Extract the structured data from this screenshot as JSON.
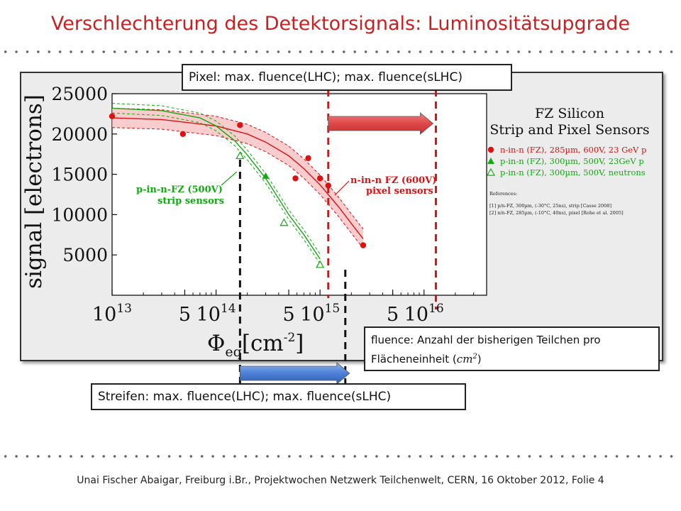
{
  "slide": {
    "title": "Verschlechterung des Detektorsignals: Luminositätsupgrade",
    "footer": "Unai Fischer Abaigar, Freiburg i.Br., Projektwochen Netzwerk Teilchenwelt, CERN, 16 Oktober 2012, Folie 4"
  },
  "callouts": {
    "pixel": "Pixel: max. fluence(LHC); max. fluence(sLHC)",
    "strip": "Streifen: max. fluence(LHC); max. fluence(sLHC)",
    "definition_text": "fluence: Anzahl der bisherigen Teilchen pro Flächeneinheit (",
    "definition_unit": "cm",
    "definition_exp": "2",
    "definition_close": ")"
  },
  "colors": {
    "title": "#cc1f1f",
    "pixel_series": "#dd1111",
    "strip_series": "#11aa11",
    "pixel_arrow": "#e05555",
    "strip_arrow": "#4d7fd6"
  },
  "icons": {
    "pixel_arrow": "arrow-right-icon",
    "strip_arrow": "arrow-right-icon"
  },
  "chart_data": {
    "type": "scatter",
    "xscale": "log",
    "xlim": [
      10000000000000.0,
      4e+16
    ],
    "ylim": [
      0,
      25000
    ],
    "ylabel": "signal [electrons]",
    "xlabel_symbol": "Φ",
    "xlabel_sub": "eq",
    "xlabel_unit": "[cm",
    "xlabel_exp": "-2",
    "xlabel_close": "]",
    "y_ticks": [
      {
        "value": 25000,
        "label": "25000"
      },
      {
        "value": 20000,
        "label": "20000"
      },
      {
        "value": 15000,
        "label": "15000"
      },
      {
        "value": 10000,
        "label": "10000"
      },
      {
        "value": 5000,
        "label": "5000"
      }
    ],
    "x_ticks": [
      {
        "value": 10000000000000.0,
        "base": "10",
        "exp": "13"
      },
      {
        "value": 50000000000000.0,
        "base": "5",
        "exp": ""
      },
      {
        "value": 100000000000000.0,
        "base": "10",
        "exp": "14"
      },
      {
        "value": 500000000000000.0,
        "base": "5",
        "exp": ""
      },
      {
        "value": 1000000000000000.0,
        "base": "10",
        "exp": "15"
      },
      {
        "value": 5000000000000000.0,
        "base": "5",
        "exp": ""
      },
      {
        "value": 1e+16,
        "base": "10",
        "exp": "16"
      }
    ],
    "legend": {
      "title": [
        "FZ Silicon",
        "Strip and Pixel Sensors"
      ],
      "entries": [
        {
          "marker": "circle",
          "text": "n-in-n (FZ), 285µm, 600V, 23 GeV p",
          "color": "#dd1111"
        },
        {
          "marker": "triangle",
          "text": "p-in-n (FZ), 300µm, 500V, 23GeV p",
          "color": "#11aa11"
        },
        {
          "marker": "open-triangle",
          "text": "p-in-n (FZ), 300µm, 500V, neutrons",
          "color": "#11aa11"
        }
      ],
      "references_label": "References:",
      "references": [
        "[1] p/n-FZ, 300µm, (-30°C, 25ns), strip [Casse 2008]",
        "[2] n/n-FZ, 285µm, (-10°C, 40ns), pixel [Rohe et al. 2005]"
      ]
    },
    "annotations": {
      "pixel": [
        "n-in-n FZ (600V)",
        "pixel sensors"
      ],
      "strip": [
        "p-in-n-FZ (500V)",
        "strip sensors"
      ]
    },
    "series": [
      {
        "name": "n-in-n (FZ), 285µm, 600V, 23 GeV p",
        "marker": "circle",
        "color": "#dd1111",
        "points": [
          [
            10000000000000.0,
            22200
          ],
          [
            48000000000000.0,
            20000
          ],
          [
            170000000000000.0,
            21100
          ],
          [
            580000000000000.0,
            14500
          ],
          [
            770000000000000.0,
            17000
          ],
          [
            1000000000000000.0,
            14500
          ],
          [
            1200000000000000.0,
            13600
          ],
          [
            2600000000000000.0,
            6200
          ]
        ],
        "fit": [
          [
            10000000000000.0,
            22000
          ],
          [
            30000000000000.0,
            21800
          ],
          [
            100000000000000.0,
            21000
          ],
          [
            200000000000000.0,
            20000
          ],
          [
            300000000000000.0,
            19000
          ],
          [
            500000000000000.0,
            17300
          ],
          [
            700000000000000.0,
            15700
          ],
          [
            1000000000000000.0,
            13700
          ],
          [
            1500000000000000.0,
            11000
          ],
          [
            2000000000000000.0,
            8900
          ],
          [
            2600000000000000.0,
            7000
          ]
        ],
        "band": 1200
      },
      {
        "name": "p-in-n (FZ), 300µm, 500V, 23GeV p",
        "marker": "triangle",
        "color": "#11aa11",
        "points": [
          [
            300000000000000.0,
            14800
          ]
        ]
      },
      {
        "name": "p-in-n (FZ), 300µm, 500V, neutrons",
        "marker": "open-triangle",
        "color": "#11aa11",
        "points": [
          [
            170000000000000.0,
            17300
          ],
          [
            450000000000000.0,
            9000
          ],
          [
            1000000000000000.0,
            3800
          ]
        ]
      }
    ],
    "strip_fit": [
      [
        10000000000000.0,
        23200
      ],
      [
        30000000000000.0,
        22900
      ],
      [
        70000000000000.0,
        22000
      ],
      [
        100000000000000.0,
        21000
      ],
      [
        150000000000000.0,
        19200
      ],
      [
        200000000000000.0,
        17400
      ],
      [
        300000000000000.0,
        14500
      ],
      [
        400000000000000.0,
        12000
      ],
      [
        500000000000000.0,
        10000
      ],
      [
        700000000000000.0,
        7500
      ],
      [
        1000000000000000.0,
        4500
      ]
    ],
    "strip_band": 600,
    "markers": {
      "strip_lhc": 170000000000000.0,
      "strip_slhc": 1750000000000000.0,
      "pixel_lhc": 1200000000000000.0,
      "pixel_slhc": 1.3e+16
    }
  }
}
